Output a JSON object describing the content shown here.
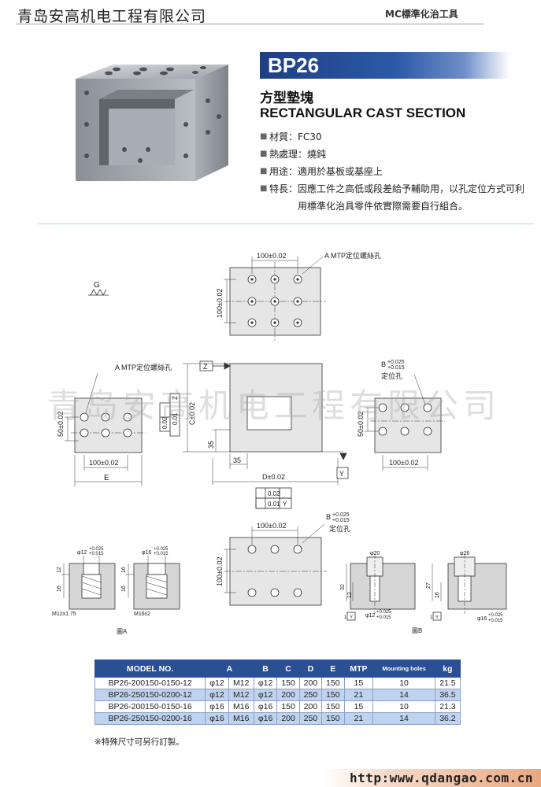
{
  "header": {
    "company": "青岛安高机电工程有限公司",
    "category": "MC標準化治工具"
  },
  "product": {
    "code": "BP26",
    "title_cn": "方型墊塊",
    "title_en": "RECTANGULAR CAST SECTION",
    "specs": [
      {
        "key": "材質：",
        "value": "FC30"
      },
      {
        "key": "熱處理：",
        "value": "燒鈍"
      },
      {
        "key": "用途：",
        "value": "適用於基板或基座上"
      },
      {
        "key": "特長：",
        "value": "因應工件之高低或段差給予輔助用，以孔定位方式可利用標準化治具零件依實際需要自行組合。"
      }
    ]
  },
  "drawing": {
    "surface_symbol": "G",
    "top_view": {
      "dim_w": "100±0.02",
      "dim_h": "100±0.02",
      "callout": "A MTP定位螺絲孔"
    },
    "left_view": {
      "callout": "A MTP定位螺絲孔",
      "dim_h": "50±0.02",
      "dim_w": "100±0.02",
      "dim_e": "E"
    },
    "front_view": {
      "datum_z": "Z",
      "datum_y": "Y",
      "tol_par": "0.02",
      "tol_perp": "0.01",
      "tol_perp_datum": "Z",
      "dim_c": "C±0.02",
      "dim_35_v": "35",
      "dim_35_h": "35",
      "dim_d": "D±0.02",
      "bottom_tol_par": "0.02",
      "bottom_tol_perp": "0.01",
      "bottom_tol_datum": "Y"
    },
    "right_view": {
      "callout_b": "B",
      "callout_plus": "+0.025",
      "callout_plus2": "+0.015",
      "callout_label": "定位孔",
      "dim_h": "50±0.02",
      "dim_w": "100±0.02"
    },
    "bottom_view": {
      "dim_w": "100±0.02",
      "dim_h": "100±0.02",
      "callout_b": "B",
      "callout_plus": "+0.025",
      "callout_plus2": "+0.015",
      "callout_label": "定位孔"
    },
    "detail_a": {
      "label": "圖A",
      "s1_top": "φ12",
      "s1_tol": "+0.025",
      "s1_tol2": "+0.015",
      "s1_d12": "12",
      "s1_d16": "16",
      "s1_thread": "M12x1.75",
      "s2_top": "φ16",
      "s2_tol": "+0.025",
      "s2_tol2": "+0.015",
      "s2_d16a": "16",
      "s2_d16b": "16",
      "s2_thread": "M16x2"
    },
    "detail_b": {
      "label": "圖B",
      "s1_top": "φ20",
      "s1_d32": "32",
      "s1_d12": "12",
      "s1_d1": "1",
      "s1_bot": "φ12",
      "s1_tol": "+0.025",
      "s1_tol2": "+0.015",
      "s1_datum": "Y",
      "s2_top": "φ26",
      "s2_d27": "27",
      "s2_d16": "16",
      "s2_d1": "1",
      "s2_bot": "φ16",
      "s2_tol": "+0.025",
      "s2_tol2": "+0.015",
      "s2_datum": "Y"
    }
  },
  "watermark": "青岛安高机电工程有限公司",
  "table": {
    "headers": [
      "MODEL NO.",
      "A",
      "",
      "B",
      "C",
      "D",
      "E",
      "MTP",
      "Mounting holes",
      "kg"
    ],
    "rows": [
      [
        "BP26-200150-0150-12",
        "φ12",
        "M12",
        "φ12",
        "150",
        "200",
        "150",
        "15",
        "10",
        "21.5"
      ],
      [
        "BP26-250150-0200-12",
        "φ12",
        "M12",
        "φ12",
        "200",
        "250",
        "150",
        "21",
        "14",
        "36.5"
      ],
      [
        "BP26-200150-0150-16",
        "φ16",
        "M16",
        "φ16",
        "150",
        "200",
        "150",
        "15",
        "10",
        "21.3"
      ],
      [
        "BP26-250150-0200-16",
        "φ16",
        "M16",
        "φ16",
        "200",
        "250",
        "150",
        "21",
        "14",
        "36.2"
      ]
    ]
  },
  "footnote": "※特殊尺寸可另行訂製。",
  "url": "http:www.qdangao.com.cn",
  "colors": {
    "banner": "#2a4f95",
    "table_header": "#2a4f95",
    "table_alt_row": "#bfd2ee"
  }
}
